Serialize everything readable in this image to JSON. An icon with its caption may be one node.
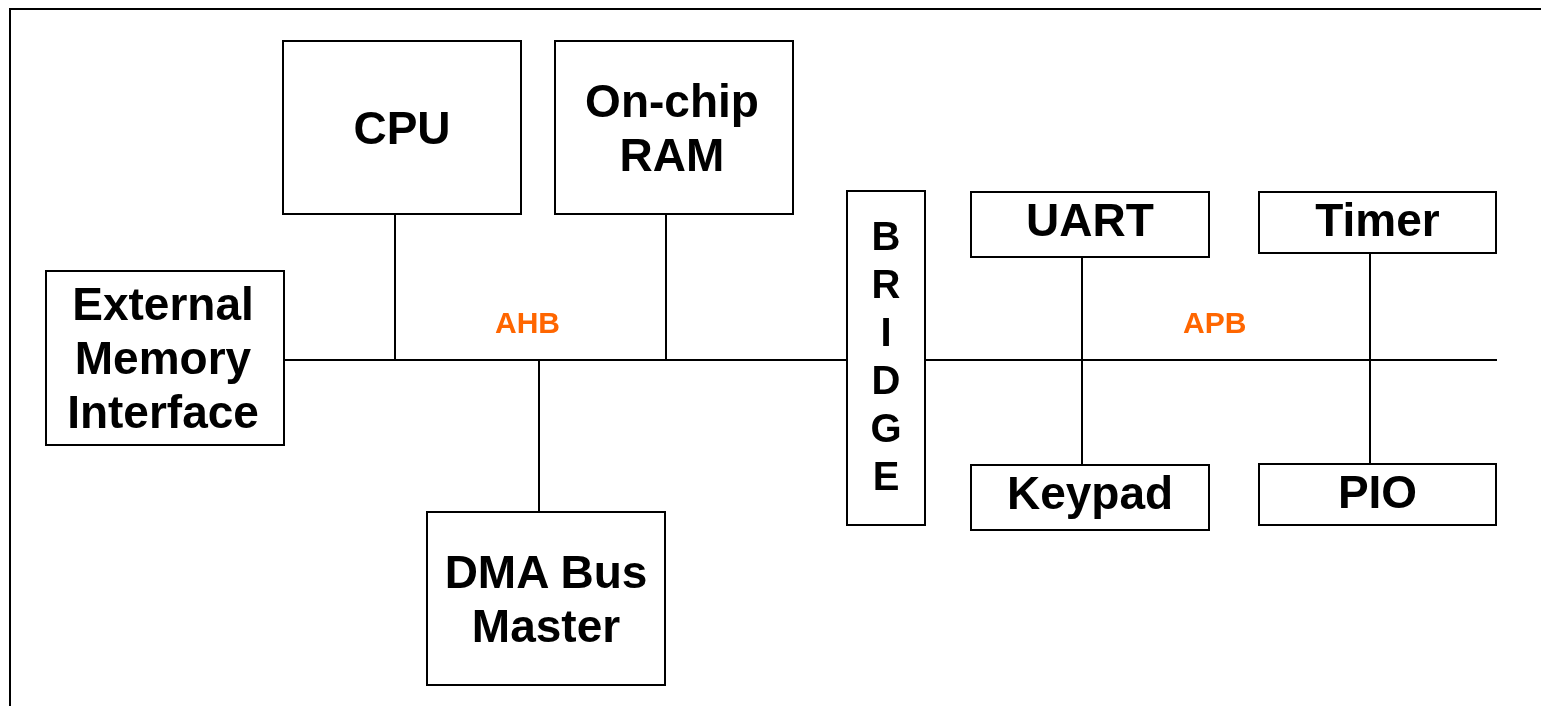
{
  "diagram": {
    "nodes": [
      {
        "text": [
          "CPU"
        ]
      },
      {
        "text": [
          "On-chip RAM"
        ]
      },
      {
        "text": [
          "BRIDGE"
        ]
      },
      {
        "text": [
          "UART"
        ]
      },
      {
        "text": [
          "Timer"
        ]
      },
      {
        "text": [
          "External Memory Interface"
        ]
      },
      {
        "text": [
          "Keypad"
        ]
      },
      {
        "text": [
          "PIO"
        ]
      },
      {
        "text": [
          "DMA Bus Master"
        ]
      }
    ],
    "edges": [
      {
        "from": 5,
        "to": 2,
        "arrow": "none",
        "label": "AHB"
      },
      {
        "from": 0,
        "to": 2,
        "arrow": "none"
      },
      {
        "from": 1,
        "to": 2,
        "arrow": "none"
      },
      {
        "from": 8,
        "to": 2,
        "arrow": "none"
      },
      {
        "from": 2,
        "to": null,
        "arrow": "none",
        "label": "APB"
      },
      {
        "from": 3,
        "to": 6,
        "arrow": "none"
      },
      {
        "from": 4,
        "to": 7,
        "arrow": "none"
      }
    ]
  }
}
